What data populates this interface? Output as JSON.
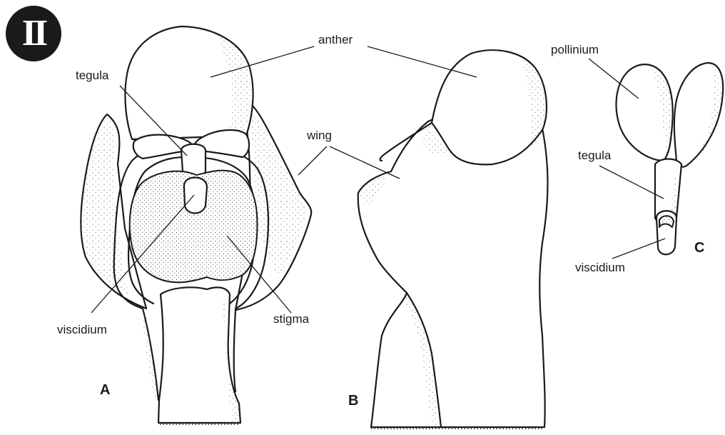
{
  "figure": {
    "plate_number": "II",
    "panels": {
      "a": "A",
      "b": "B",
      "c": "C"
    },
    "labels": {
      "anther": "anther",
      "tegula_a": "tegula",
      "wing": "wing",
      "viscidium_a": "viscidium",
      "stigma": "stigma",
      "pollinium": "pollinium",
      "tegula_c": "tegula",
      "viscidium_c": "viscidium"
    }
  }
}
